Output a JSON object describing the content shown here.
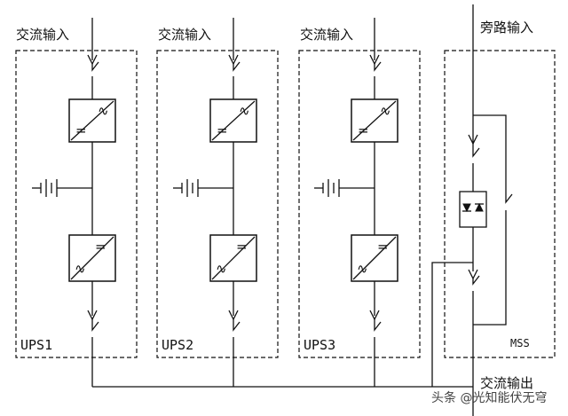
{
  "units": [
    {
      "input_label": "交流输入",
      "name": "UPS1",
      "rect_glyph": "=",
      "inv_glyph": "=",
      "wave": "∿"
    },
    {
      "input_label": "交流输入",
      "name": "UPS2",
      "rect_glyph": "=",
      "inv_glyph": "=",
      "wave": "∿"
    },
    {
      "input_label": "交流输入",
      "name": "UPS3",
      "rect_glyph": "=",
      "inv_glyph": "=",
      "wave": "∿"
    }
  ],
  "bypass": {
    "input_label": "旁路输入",
    "name": "MSS"
  },
  "output": {
    "label": "交流输出"
  },
  "watermark": "头条 @光知能伏无穹"
}
